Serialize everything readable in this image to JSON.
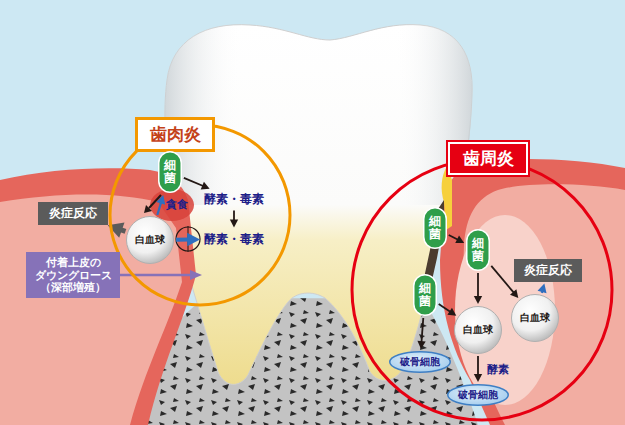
{
  "diagram": {
    "nodes": [
      {
        "text": [
          "歯肉炎"
        ]
      },
      {
        "text": [
          "細菌"
        ],
        "in": 0
      },
      {
        "text": [
          "白血球"
        ],
        "in": 0
      },
      {
        "text": [
          "酵素・毒素"
        ],
        "in": 0
      },
      {
        "text": [
          "酵素・毒素"
        ],
        "in": 0
      },
      {
        "text": [
          "炎症反応"
        ]
      },
      {
        "text": [
          "付着上皮の ダウングロース （深部増殖）"
        ]
      },
      {
        "text": [
          "歯周炎"
        ]
      },
      {
        "text": [
          "細菌"
        ],
        "in": 7
      },
      {
        "text": [
          "細菌"
        ],
        "in": 7
      },
      {
        "text": [
          "細菌"
        ],
        "in": 7
      },
      {
        "text": [
          "白血球"
        ],
        "in": 7
      },
      {
        "text": [
          "白血球"
        ],
        "in": 7
      },
      {
        "text": [
          "破骨細胞"
        ],
        "in": 7
      },
      {
        "text": [
          "破骨細胞"
        ],
        "in": 7
      },
      {
        "text": [
          "炎症反応"
        ],
        "in": 7
      }
    ],
    "edges": [
      {
        "from": 1,
        "to": 3,
        "arrow": "to"
      },
      {
        "from": 2,
        "to": 1,
        "label": "貪食",
        "arrow": "to"
      },
      {
        "from": 3,
        "to": 4,
        "arrow": "to"
      },
      {
        "from": 2,
        "to": 4,
        "arrow": "to"
      },
      {
        "from": 2,
        "to": 5,
        "arrow": "to"
      },
      {
        "from": 8,
        "to": 9,
        "arrow": "to"
      },
      {
        "from": 9,
        "to": 11,
        "arrow": "to"
      },
      {
        "from": 9,
        "to": 12,
        "arrow": "to"
      },
      {
        "from": 10,
        "to": 11,
        "arrow": "to"
      },
      {
        "from": 10,
        "to": 13,
        "arrow": "to"
      },
      {
        "from": 11,
        "to": 14,
        "label": "酵素",
        "arrow": "to"
      },
      {
        "from": 12,
        "to": 15,
        "arrow": "to"
      }
    ]
  }
}
